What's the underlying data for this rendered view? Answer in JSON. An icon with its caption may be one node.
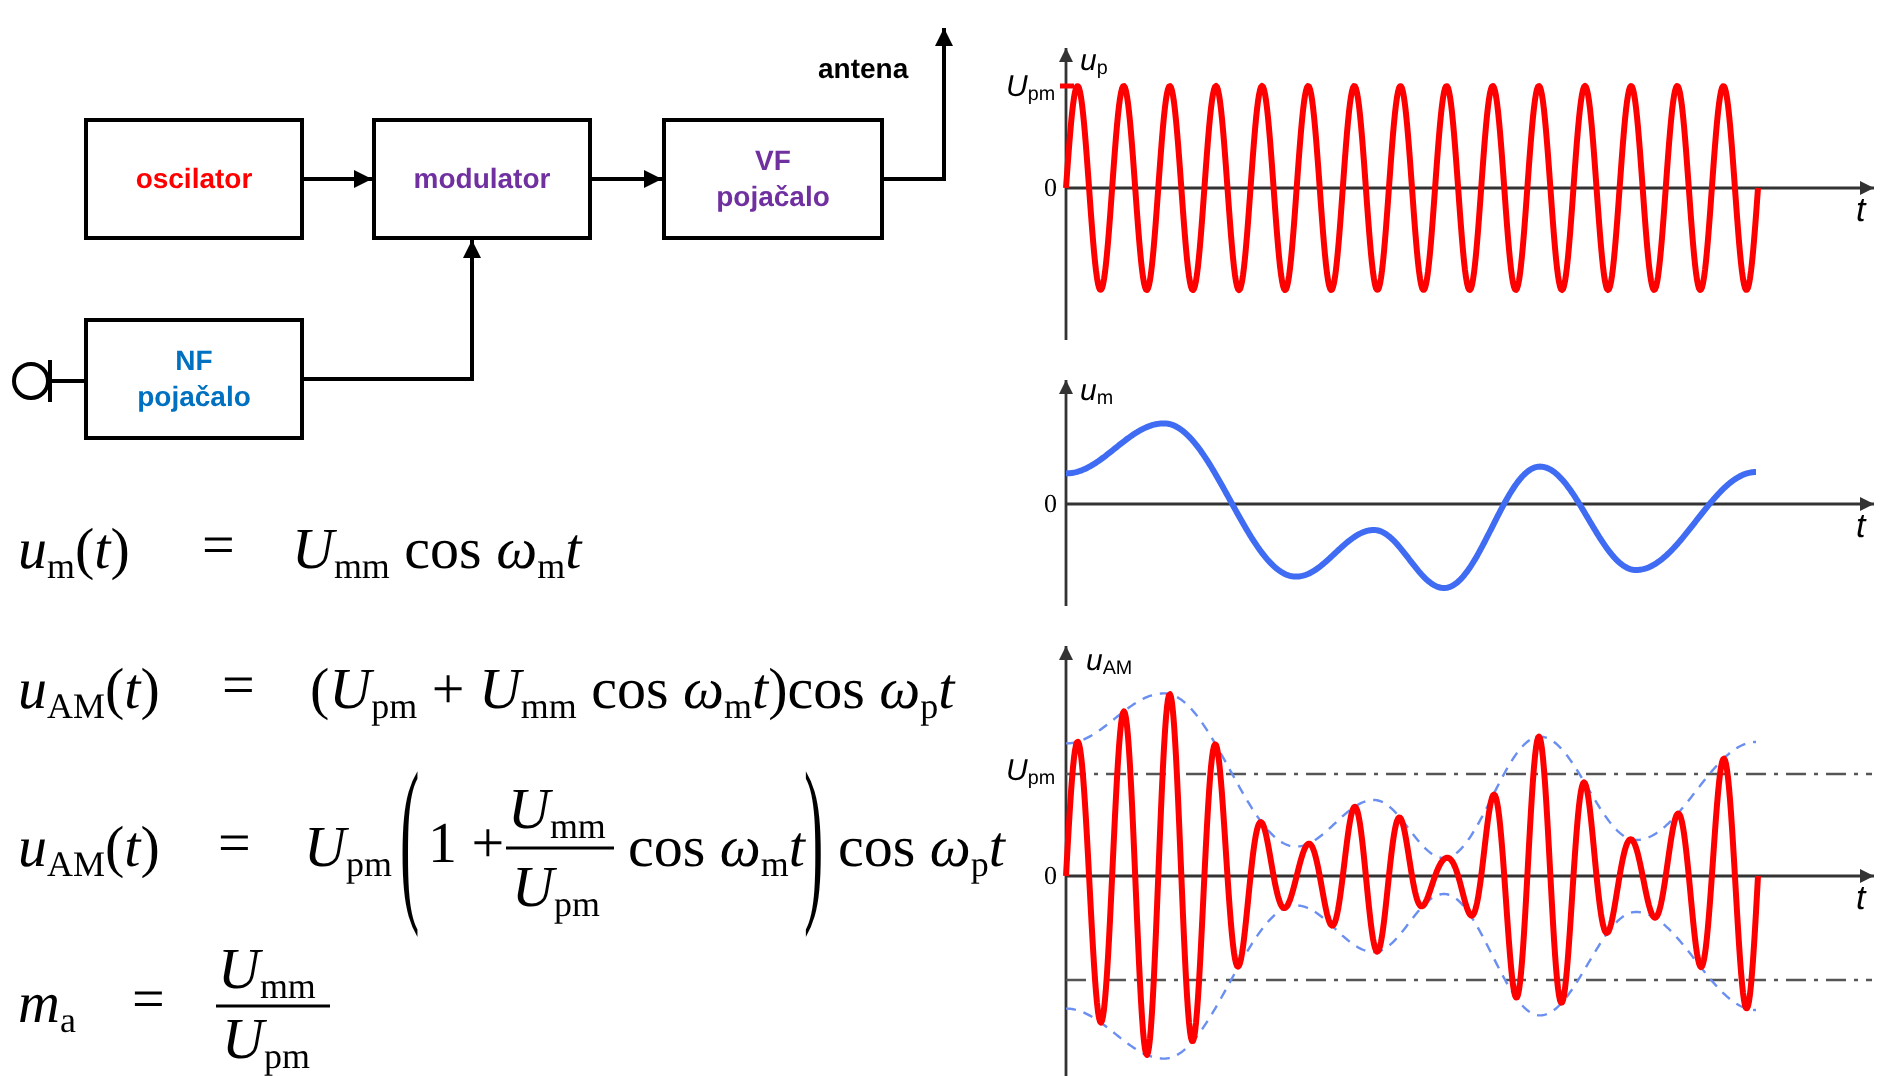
{
  "diagram": {
    "nodes": [
      {
        "text": [
          "oscilator"
        ]
      },
      {
        "text": [
          "modulator"
        ]
      },
      {
        "text": [
          "VF pojačalo"
        ]
      },
      {
        "text": [],
        "shape": "circle"
      },
      {
        "text": [
          "NF pojačalo"
        ]
      }
    ],
    "edges": [
      {
        "from": 0,
        "to": 1,
        "arrow": "to"
      },
      {
        "from": 1,
        "to": 2,
        "arrow": "to"
      },
      {
        "from": 2,
        "to": null,
        "arrow": "to"
      },
      {
        "from": 3,
        "to": 4,
        "arrow": "none"
      },
      {
        "from": 4,
        "to": 1,
        "arrow": "to"
      }
    ],
    "labels": [
      "antena",
      "*u*$_{m}$(*t*)",
      "=",
      "*U*$_{mm}$ cos *ω*$_{m}$*t*",
      "*u*$_{AM}$(*t*)",
      "=",
      "(*U*$_{pm}$ + *U*$_{mm}$ cos *ω*$_{m}$*t*)cos *ω*$_{p}$*t*",
      "*u*$_{AM}$(*t*)",
      "=",
      "*U*$_{pm}$",
      "(",
      "1 +",
      "*U*$_{mm}$",
      "*U*$_{pm}$",
      "cos *ω*$_{m}$*t*",
      ")",
      "cos *ω*$_{p}$*t*",
      "*m*$_{a}$",
      "=",
      "*U*$_{mm}$",
      "*U*$_{pm}$",
      "*u*$_{p}$",
      "*U*$_{pm}$",
      "0",
      "t",
      "*u*$_{m}$",
      "0",
      "t",
      "*u*$_{AM}$",
      "*U*$_{pm}$",
      "0",
      "t"
    ]
  }
}
